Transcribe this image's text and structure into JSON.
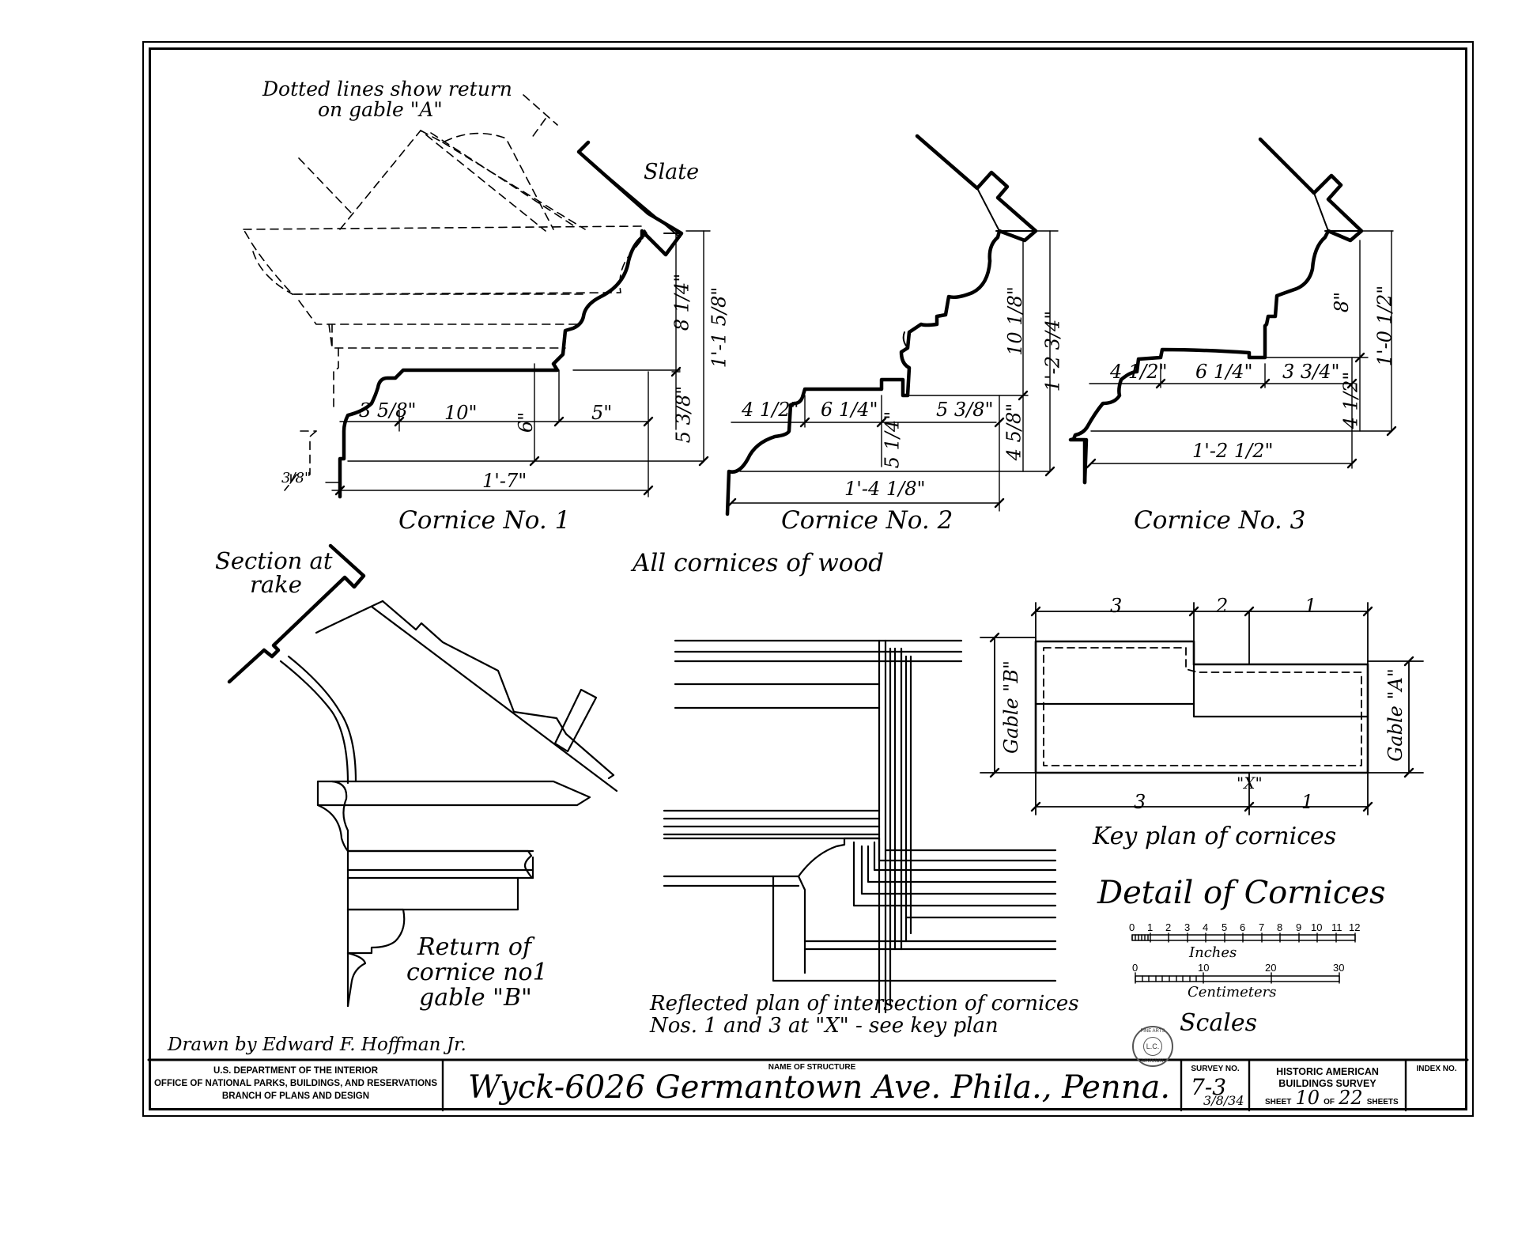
{
  "notes": {
    "dotted_lines_1": "Dotted lines show return",
    "dotted_lines_2": "on gable \"A\"",
    "slate": "Slate",
    "all_cornices": "All cornices of wood",
    "section_rake_1": "Section at",
    "section_rake_2": "rake",
    "return_1": "Return of",
    "return_2": "cornice no1",
    "return_3": "gable \"B\"",
    "reflected_1": "Reflected plan of intersection of cornices",
    "reflected_2": "Nos. 1 and 3 at \"X\" - see key plan",
    "drawn_by": "Drawn by Edward F. Hoffman Jr."
  },
  "cornices": {
    "c1": {
      "label": "Cornice No. 1",
      "dims": [
        "3 5/8\"",
        "10\"",
        "6\"",
        "5\"",
        "8 1/4\"",
        "1'-1 5/8\"",
        "5 3/8\"",
        "3/8\"",
        "1'-7\""
      ]
    },
    "c2": {
      "label": "Cornice No. 2",
      "dims": [
        "4 1/2\"",
        "6 1/4\"",
        "5 3/8\"",
        "5 1/4\"",
        "10 1/8\"",
        "1'-2 3/4\"",
        "4 5/8\"",
        "1'-4 1/8\""
      ]
    },
    "c3": {
      "label": "Cornice No. 3",
      "dims": [
        "4 1/2\"",
        "6 1/4\"",
        "3 3/4\"",
        "8\"",
        "1'-0 1/2\"",
        "4 1/2\"",
        "1'-2 1/2\""
      ]
    }
  },
  "key_plan": {
    "title": "Key plan of cornices",
    "top_dims": [
      "3",
      "2",
      "1"
    ],
    "bottom_dims": [
      "3",
      "1"
    ],
    "x_mark": "\"X\"",
    "gable_b": "Gable \"B\"",
    "gable_a": "Gable \"A\""
  },
  "detail_title": "Detail of Cornices",
  "scales": {
    "inch_ticks": [
      "0",
      "1",
      "2",
      "3",
      "4",
      "5",
      "6",
      "7",
      "8",
      "9",
      "10",
      "11",
      "12"
    ],
    "inch_label": "Inches",
    "cm_ticks": [
      "0",
      "10",
      "20",
      "30"
    ],
    "cm_label": "Centimeters",
    "title": "Scales"
  },
  "seal": {
    "top": "FINE ARTS",
    "center": "L.C.",
    "bottom": "DIVISION"
  },
  "title_block": {
    "dept_1": "U.S. DEPARTMENT OF THE INTERIOR",
    "dept_2": "OFFICE OF NATIONAL PARKS, BUILDINGS, AND RESERVATIONS",
    "dept_3": "BRANCH OF PLANS AND DESIGN",
    "name_label": "NAME OF STRUCTURE",
    "structure_name": "Wyck-6026 Germantown Ave. Phila., Penna.",
    "survey_label": "SURVEY NO.",
    "survey_no": "7-3",
    "survey_date": "3/8/34",
    "habs_1": "HISTORIC AMERICAN",
    "habs_2": "BUILDINGS SURVEY",
    "sheet_label": "SHEET",
    "sheet_no": "10",
    "of_label": "OF",
    "sheet_total": "22",
    "sheets_label": "SHEETS",
    "index_label": "INDEX NO."
  }
}
